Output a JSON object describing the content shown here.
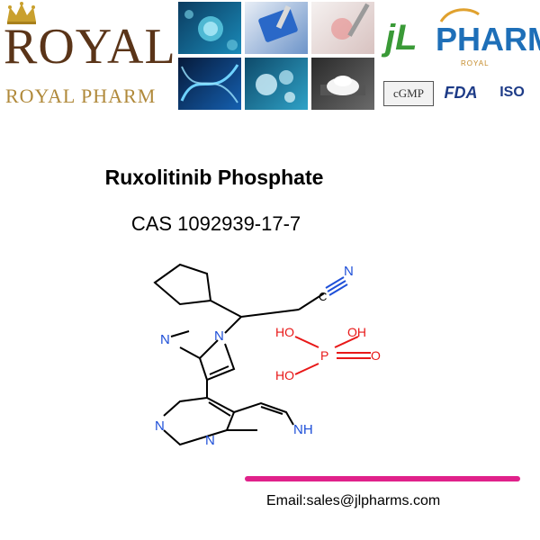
{
  "logo_left": {
    "brand": "ROYAL",
    "subtitle": "ROYAL  PHARM",
    "crown_color": "#c9a02e"
  },
  "logo_right": {
    "jl": "jL",
    "pharm": "PHARM",
    "royal": "ROYAL",
    "badges": {
      "cgmp": "cGMP",
      "fda": "FDA",
      "iso": "ISO"
    }
  },
  "product": {
    "name": "Ruxolitinib Phosphate",
    "cas": "CAS 1092939-17-7"
  },
  "structure_labels": {
    "nitrile_n": "N",
    "pyrazole_n1": "N",
    "pyrazole_n2": "N",
    "pyrimidine_n1": "N",
    "pyrimidine_n2": "N",
    "pyrrole_nh": "NH",
    "ho_top": "HO",
    "oh_top": "OH",
    "p": "P",
    "o": "O",
    "ho_bottom": "HO"
  },
  "contact": {
    "email": "Email:sales@jlpharms.com"
  },
  "colors": {
    "accent_bar": "#e0218a",
    "brown": "#5a3418",
    "gold": "#b0893a",
    "green": "#3a9a37",
    "blue": "#1e6fb8"
  }
}
